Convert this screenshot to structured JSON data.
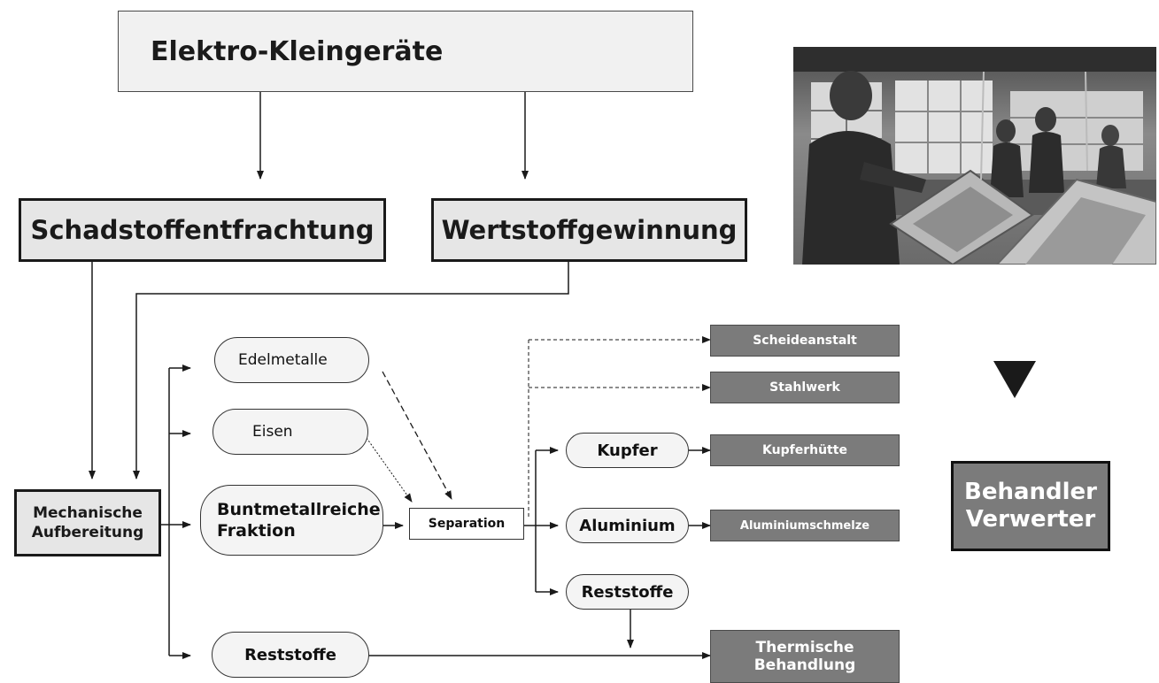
{
  "top": {
    "title": "Elektro-Kleingeräte"
  },
  "main_branches": {
    "left": "Schadstoffentfrachtung",
    "right": "Wertstoffgewinnung"
  },
  "mechanical": {
    "line1": "Mechanische",
    "line2": "Aufbereitung"
  },
  "fractions": {
    "edelmetalle": "Edelmetalle",
    "eisen": "Eisen",
    "buntmetall_line1": "Buntmetallreiche",
    "buntmetall_line2": "Fraktion",
    "reststoffe": "Reststoffe"
  },
  "separation": {
    "label": "Separation"
  },
  "separated": {
    "kupfer": "Kupfer",
    "aluminium": "Aluminium",
    "reststoffe": "Reststoffe"
  },
  "destinations": {
    "scheideanstalt": "Scheideanstalt",
    "stahlwerk": "Stahlwerk",
    "kupferhuette": "Kupferhütte",
    "aluminiumschmelze": "Aluminiumschmelze",
    "thermisch_line1": "Thermische",
    "thermisch_line2": "Behandlung"
  },
  "legend": {
    "line1": "Behandler",
    "line2": "Verwerter",
    "marker_icon": "triangle-down-icon"
  },
  "photo": {
    "subject": "workers-dismantling-appliances-photo"
  }
}
